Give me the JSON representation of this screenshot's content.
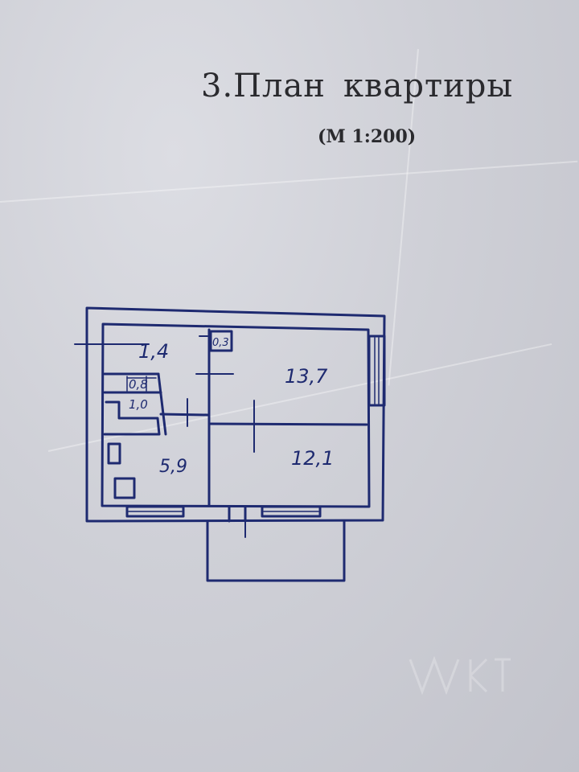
{
  "document": {
    "heading": "3.План",
    "heading_word2": "квартиры",
    "scale": "(М 1:200)"
  },
  "floor_plan": {
    "rooms": [
      {
        "label": "1,4"
      },
      {
        "label": "13,7"
      },
      {
        "label": "12,1"
      },
      {
        "label": "5,9"
      },
      {
        "label": "0,8"
      },
      {
        "label": "1,0"
      },
      {
        "label": "0,3"
      }
    ]
  },
  "colors": {
    "paper": "#cfd0d7",
    "ink_print": "#2a2a2e",
    "ink_pen": "#1e2a70"
  }
}
